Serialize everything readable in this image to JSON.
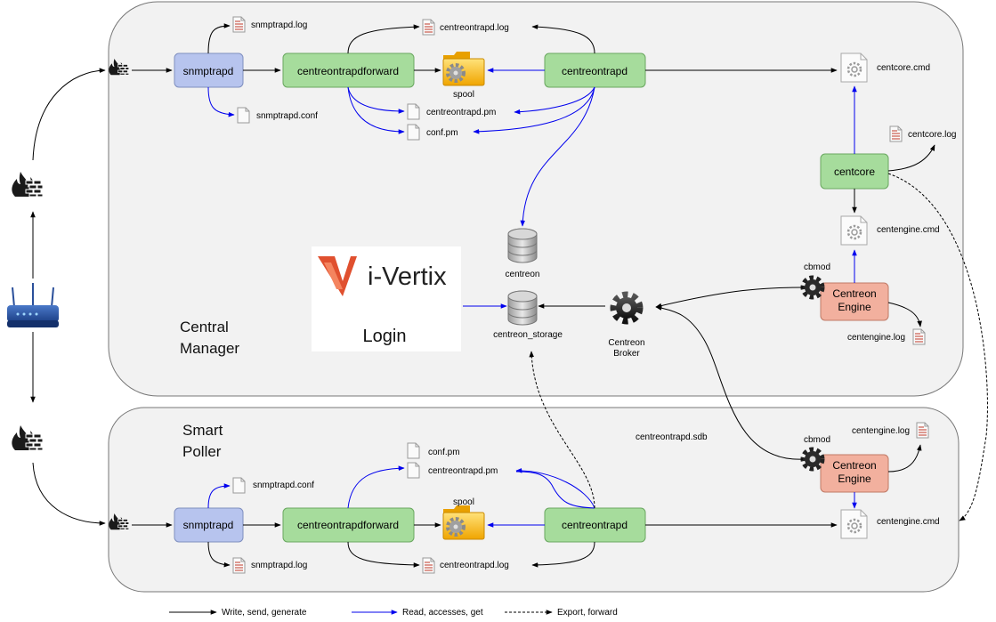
{
  "panels": {
    "central": {
      "title_line1": "Central",
      "title_line2": "Manager"
    },
    "poller": {
      "title_line1": "Smart",
      "title_line2": "Poller"
    }
  },
  "central": {
    "snmptrapd": "snmptrapd",
    "forward": "centreontrapdforward",
    "trapd": "centreontrapd",
    "centcore": "centcore",
    "engine_line1": "Centreon",
    "engine_line2": "Engine",
    "broker_line1": "Centreon",
    "broker_line2": "Broker",
    "cbmod": "cbmod",
    "spool": "spool",
    "files": {
      "snmptrapd_log": "snmptrapd.log",
      "snmptrapd_conf": "snmptrapd.conf",
      "centreontrapd_log": "centreontrapd.log",
      "centreontrapd_pm": "centreontrapd.pm",
      "conf_pm": "conf.pm",
      "centcore_cmd": "centcore.cmd",
      "centcore_log": "centcore.log",
      "centengine_cmd": "centengine.cmd",
      "centengine_log": "centengine.log"
    },
    "db_centreon": "centreon",
    "db_storage": "centreon_storage"
  },
  "login": {
    "brand": "i-Vertix",
    "label": "Login"
  },
  "poller": {
    "snmptrapd": "snmptrapd",
    "forward": "centreontrapdforward",
    "trapd": "centreontrapd",
    "engine_line1": "Centreon",
    "engine_line2": "Engine",
    "cbmod": "cbmod",
    "spool": "spool",
    "sdb": "centreontrapd.sdb",
    "files": {
      "conf_pm": "conf.pm",
      "centreontrapd_pm": "centreontrapd.pm",
      "snmptrapd_conf": "snmptrapd.conf",
      "snmptrapd_log": "snmptrapd.log",
      "centreontrapd_log": "centreontrapd.log",
      "centengine_log": "centengine.log",
      "centengine_cmd": "centengine.cmd"
    }
  },
  "legend": {
    "write": "Write, send, generate",
    "read": "Read, accesses, get",
    "export": "Export, forward"
  },
  "colors": {
    "blue_box": "#b7c4ee",
    "green_box": "#a6dc9c",
    "red_box": "#f2b09e",
    "panel_bg": "#f2f2f2",
    "blue_arrow": "#0000ee",
    "black_arrow": "#000000"
  }
}
